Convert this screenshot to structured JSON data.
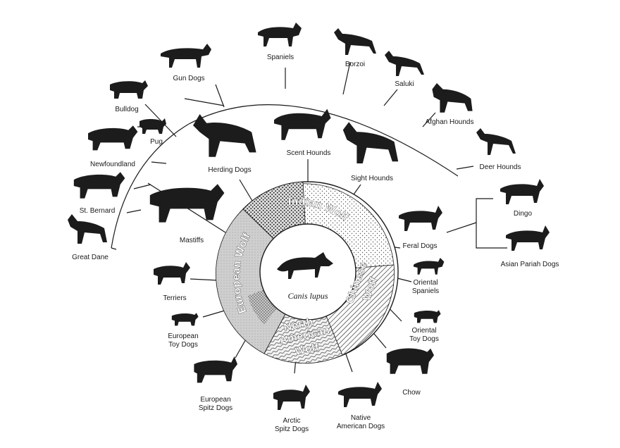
{
  "center": {
    "label": "Canis lupus"
  },
  "wolves": {
    "indian": "Indian Wolf",
    "european": "European Wolf",
    "chinese_1": "Chinese",
    "chinese_2": "Wolf",
    "north_american_1": "North",
    "north_american_2": "American",
    "north_american_3": "Wolf"
  },
  "breeds": {
    "gun_dogs": "Gun Dogs",
    "spaniels": "Spaniels",
    "borzoi": "Borzoi",
    "saluki": "Saluki",
    "afghan_hounds": "Afghan Hounds",
    "deer_hounds": "Deer Hounds",
    "bulldog": "Bulldog",
    "pug": "Pug",
    "newfoundland": "Newfoundland",
    "st_bernard": "St. Bernard",
    "great_dane": "Great Dane",
    "herding_dogs": "Herding Dogs",
    "scent_hounds": "Scent Hounds",
    "sight_hounds": "Sight Hounds",
    "mastiffs": "Mastiffs",
    "dingo": "Dingo",
    "asian_pariah_dogs": "Asian Pariah Dogs",
    "feral_dogs": "Feral Dogs",
    "oriental_spaniels_1": "Oriental",
    "oriental_spaniels_2": "Spaniels",
    "terriers": "Terriers",
    "oriental_toy_dogs_1": "Oriental",
    "oriental_toy_dogs_2": "Toy Dogs",
    "european_toy_dogs_1": "European",
    "european_toy_dogs_2": "Toy Dogs",
    "chow": "Chow",
    "european_spitz_dogs_1": "European",
    "european_spitz_dogs_2": "Spitz Dogs",
    "arctic_spitz_dogs_1": "Arctic",
    "arctic_spitz_dogs_2": "Spitz Dogs",
    "native_american_dogs_1": "Native",
    "native_american_dogs_2": "American Dogs"
  }
}
